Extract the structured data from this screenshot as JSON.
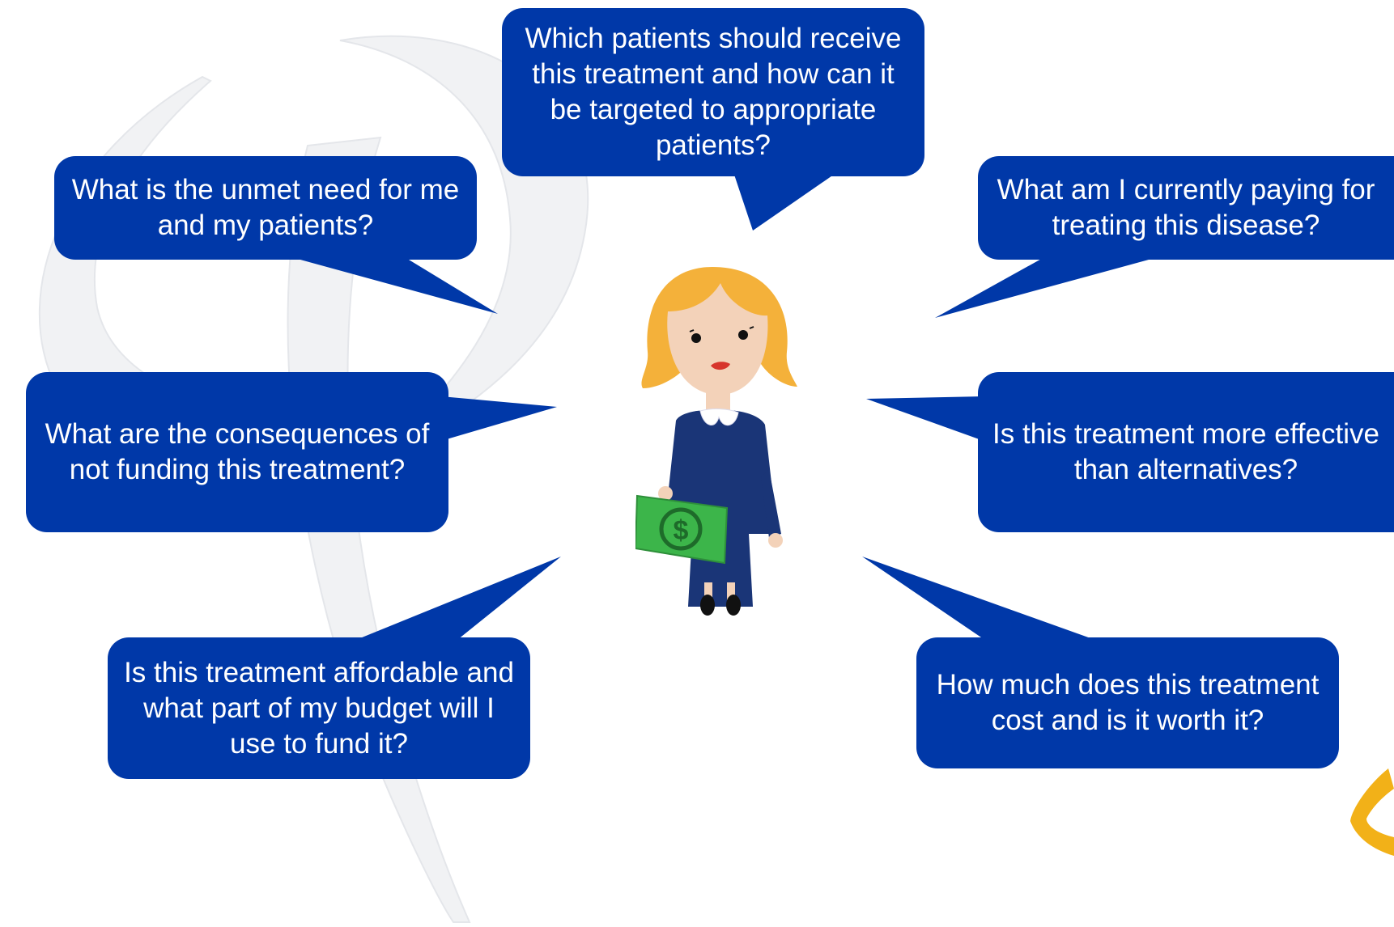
{
  "diagram": {
    "bubbles": {
      "top_center": "Which patients should receive this treatment and how can it be targeted to appropriate patients?",
      "top_left": "What is the unmet need for me and my patients?",
      "top_right": "What am I currently paying for treating this disease?",
      "mid_left": "What are the consequences of not funding this treatment?",
      "mid_right": "Is this treatment more effective than alternatives?",
      "bottom_left": "Is this treatment affordable and what part of my budget will I use to fund it?",
      "bottom_right": "How much does this treatment cost and is it worth it?"
    },
    "figure": {
      "icon": "woman-holding-money-icon",
      "money_symbol": "$"
    },
    "colors": {
      "bubble_fill": "#0038a8",
      "bubble_text": "#ffffff",
      "hair": "#f4b13a",
      "dress": "#1a3577",
      "money": "#3cb54a",
      "logo": "#f2b118"
    }
  }
}
